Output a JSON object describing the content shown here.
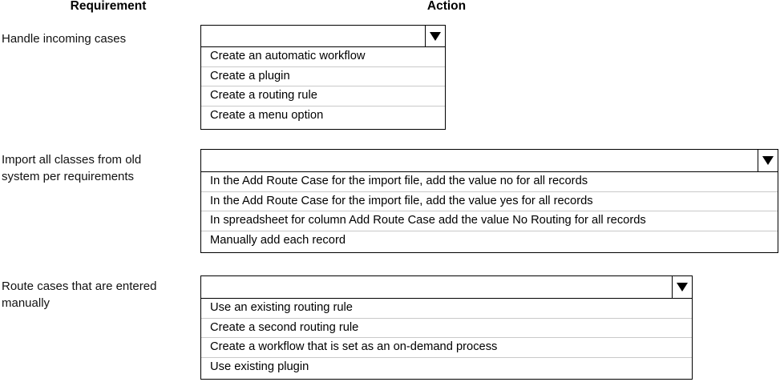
{
  "headers": {
    "requirement": "Requirement",
    "action": "Action"
  },
  "rows": [
    {
      "requirement_lines": [
        "Handle incoming cases"
      ],
      "dropdown": {
        "name": "handle-incoming-cases",
        "selected_value": "",
        "arrow_icon": "chevron-down-icon",
        "options": [
          "Create an automatic workflow",
          "Create a plugin",
          "Create a routing rule",
          "Create a menu option"
        ]
      }
    },
    {
      "requirement_lines": [
        "Import all classes from old",
        "system per requirements"
      ],
      "dropdown": {
        "name": "import-all-classes",
        "selected_value": "",
        "arrow_icon": "chevron-down-icon",
        "options": [
          "In the Add Route Case for the import file, add the value no for all records",
          "In the Add Route Case for the import file, add the value yes for all records",
          "In spreadsheet for column Add Route Case add the value No Routing for all records",
          "Manually add each record"
        ]
      }
    },
    {
      "requirement_lines": [
        "Route cases that are entered",
        "manually"
      ],
      "dropdown": {
        "name": "route-cases-entered-manually",
        "selected_value": "",
        "arrow_icon": "chevron-down-icon",
        "options": [
          "Use an existing routing rule",
          "Create a second routing rule",
          "Create a workflow that is set as an on-demand process",
          "Use existing plugin"
        ]
      }
    }
  ],
  "colors": {
    "border": "#000000",
    "separator": "#c9c9c9",
    "background": "#ffffff",
    "text": "#000000"
  }
}
